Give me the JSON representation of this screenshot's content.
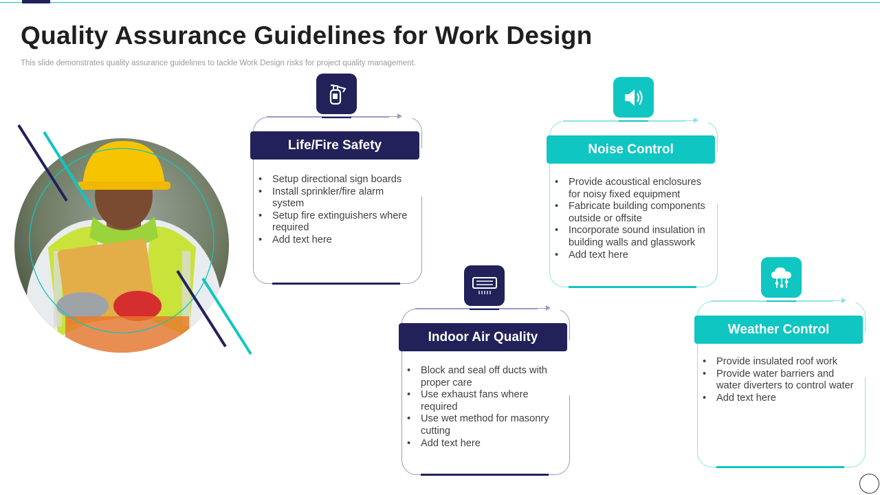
{
  "slide": {
    "title": "Quality Assurance Guidelines for Work Design",
    "subtitle": "This slide demonstrates quality assurance guidelines to tackle Work Design risks for project quality management."
  },
  "colors": {
    "navy": "#22215a",
    "teal": "#0fc6c2"
  },
  "cards": [
    {
      "heading": "Life/Fire Safety",
      "icon": "fire-extinguisher-icon",
      "color": "navy",
      "items": [
        "Setup directional sign boards",
        "Install sprinkler/fire alarm system",
        "Setup fire extinguishers where required",
        "Add text here"
      ]
    },
    {
      "heading": "Noise Control",
      "icon": "speaker-icon",
      "color": "teal",
      "items": [
        "Provide acoustical enclosures for noisy fixed equipment",
        "Fabricate building components outside or offsite",
        "Incorporate sound insulation in building walls and glasswork",
        "Add text here"
      ]
    },
    {
      "heading": "Indoor Air Quality",
      "icon": "air-conditioner-icon",
      "color": "navy",
      "items": [
        "Block and seal off ducts with proper care",
        "Use exhaust fans where required",
        "Use wet method for masonry cutting",
        "Add text here"
      ]
    },
    {
      "heading": "Weather Control",
      "icon": "cloud-controls-icon",
      "color": "teal",
      "items": [
        "Provide insulated roof work",
        "Provide water barriers and water diverters to control water",
        "Add text here"
      ]
    }
  ]
}
